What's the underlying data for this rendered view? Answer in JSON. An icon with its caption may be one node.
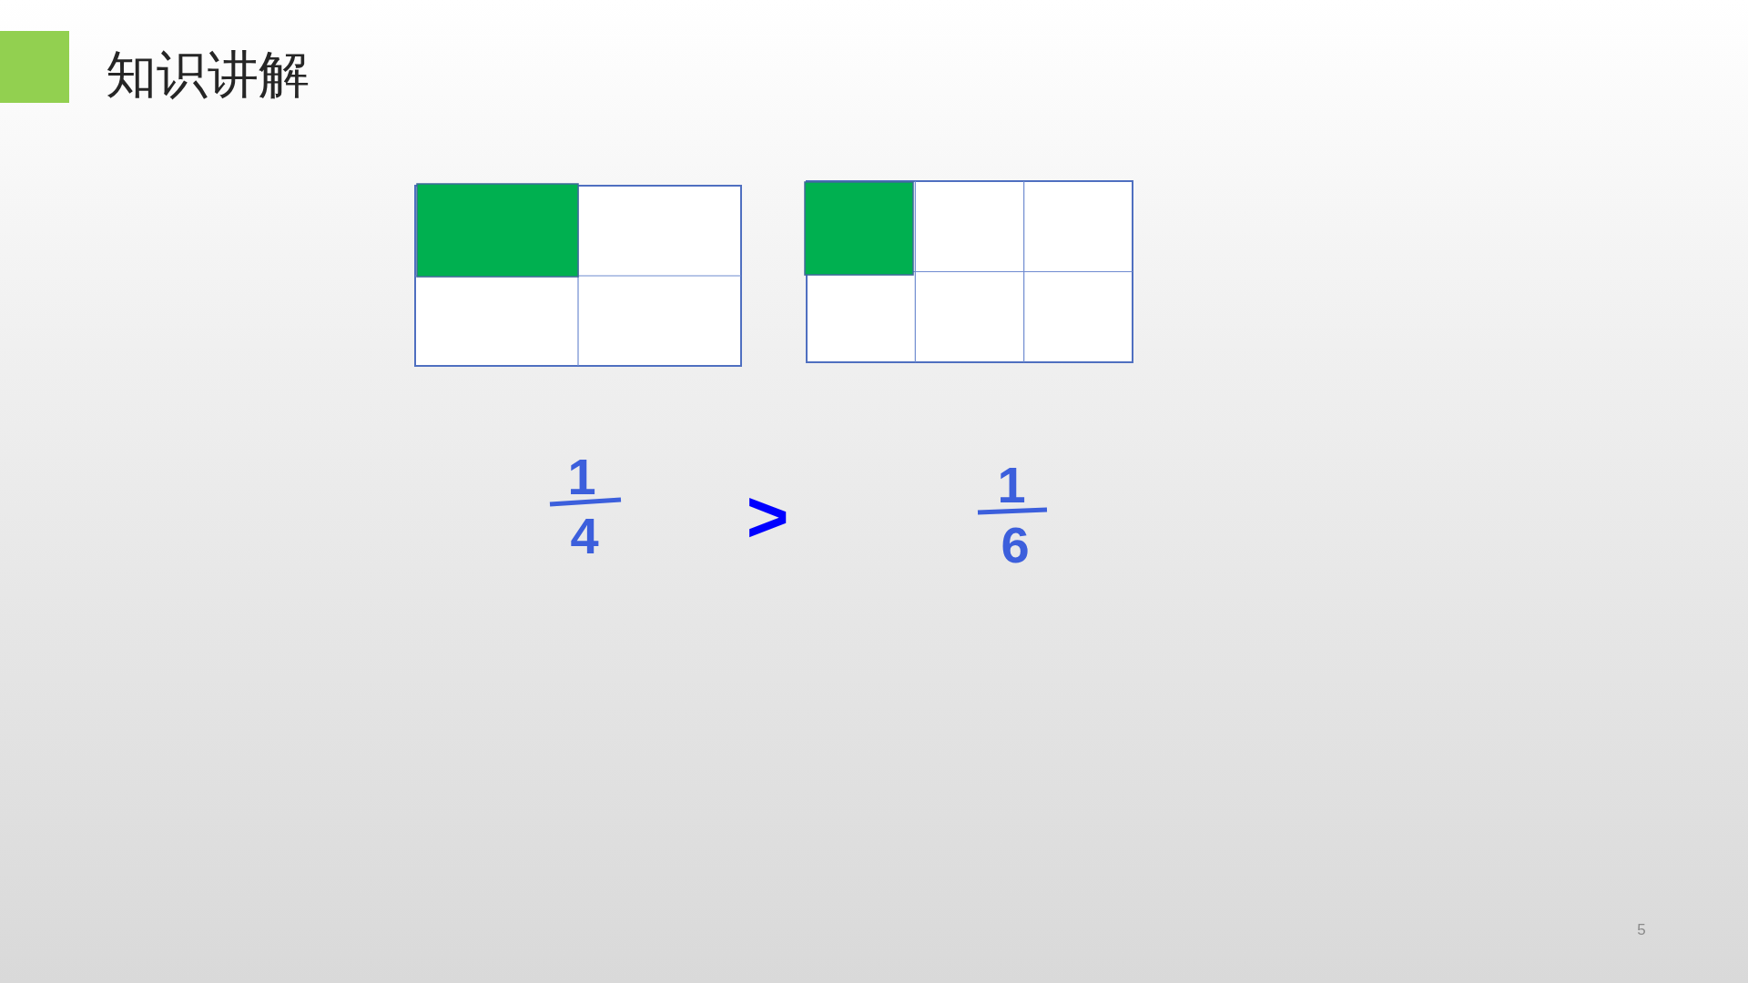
{
  "diagram": {
    "title": "知识讲解",
    "labels": [
      "1",
      "4",
      ">",
      "1",
      "6",
      "5"
    ]
  }
}
